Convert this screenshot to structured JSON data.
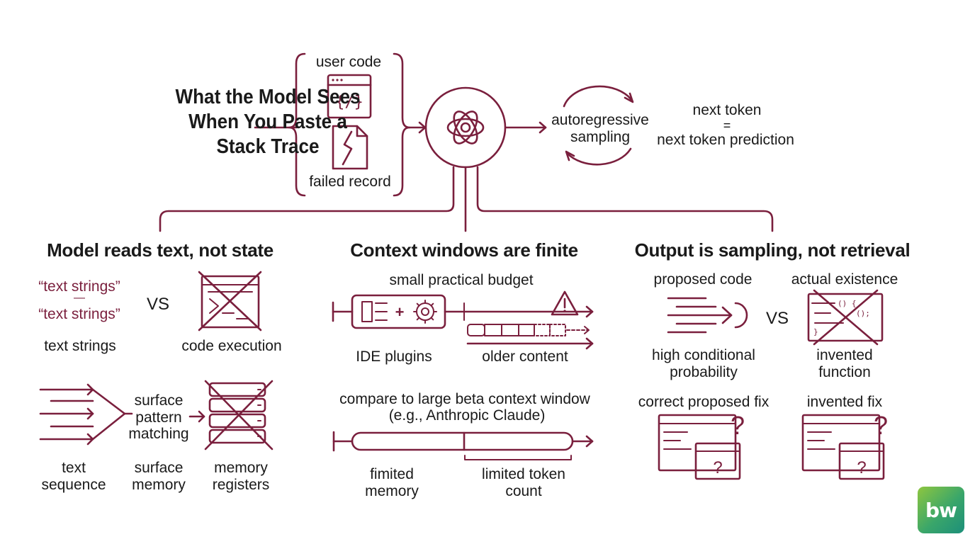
{
  "title": "What the Model Sees When You Paste a Stack Trace",
  "inputs": {
    "top": "user code",
    "bottom": "failed record"
  },
  "sampling": {
    "label": "autoregressive sampling"
  },
  "next_token": {
    "line1": "next token",
    "equals": "=",
    "line2": "next token prediction"
  },
  "sections": [
    {
      "heading": "Model reads text, not state",
      "quote": "“text strings”",
      "quote_dash": "—",
      "vs": "VS",
      "left_label": "text strings",
      "right_label": "code execution",
      "flow_middle": "surface pattern matching",
      "bottom_labels": [
        "text sequence",
        "surface memory",
        "memory registers"
      ]
    },
    {
      "heading": "Context windows are finite",
      "budget": "small practical budget",
      "plugins": "IDE plugins",
      "older": "older content",
      "compare": "compare to large beta context window",
      "compare_sub": "(e.g., Anthropic Claude)",
      "left_label": "fimited memory",
      "right_label": "limited token count"
    },
    {
      "heading": "Output is sampling, not retrieval",
      "proposed": "proposed code",
      "actual": "actual existence",
      "vs": "VS",
      "high_prob": "high conditional probability",
      "invented_fn": "invented function",
      "correct_fix": "correct proposed fix",
      "invented_fix": "invented fix"
    }
  ],
  "brand": "bw",
  "colors": {
    "accent": "#7a1f3d",
    "logo_green": "#3aa66a"
  }
}
